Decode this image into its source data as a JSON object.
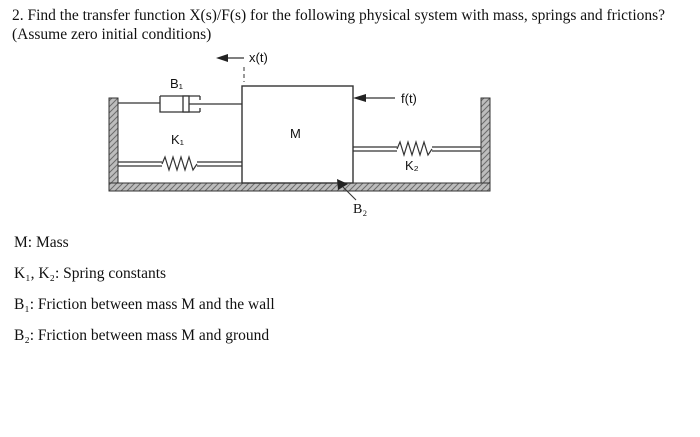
{
  "question": {
    "text": "2. Find the transfer function X(s)/F(s) for the following physical system with mass, springs and frictions? (Assume zero initial conditions)"
  },
  "diagram": {
    "labels": {
      "displacement": "x(t)",
      "damper_wall": "B₁",
      "spring_left": "K₁",
      "mass": "M",
      "force": "f(t)",
      "spring_right": "K₂",
      "damper_ground": "B₂"
    }
  },
  "legend": [
    {
      "symbol": "M",
      "description": ": Mass"
    },
    {
      "symbol": "K₁, K₂",
      "description": ": Spring constants"
    },
    {
      "symbol": "B₁",
      "description": ": Friction between mass M and the wall"
    },
    {
      "symbol": "B₂",
      "description": ": Friction between mass M and ground"
    }
  ]
}
